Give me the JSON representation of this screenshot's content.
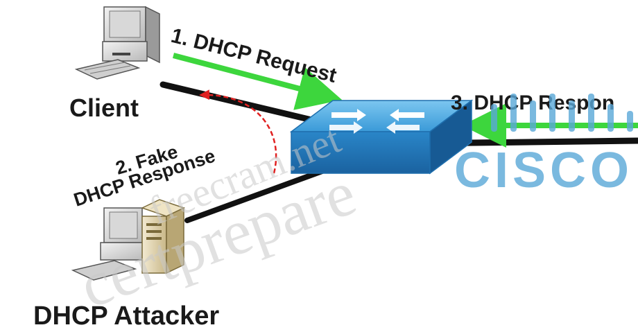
{
  "labels": {
    "client": "Client",
    "attacker": "DHCP Attacker",
    "step1": "1. DHCP Request",
    "step2_line1": "2. Fake",
    "step2_line2": "DHCP Response",
    "step3": "3. DHCP Respon"
  },
  "watermark": {
    "site": "freecram.net",
    "brand": "certprepare"
  },
  "logo": {
    "name": "CISCO"
  },
  "colors": {
    "request_arrow": "#3dd63d",
    "fake_response_arrow": "#e02020",
    "switch_blue": "#2f8fd0",
    "cable": "#111111"
  },
  "icons": {
    "client": "desktop-computer-icon",
    "attacker": "desktop-with-server-icon",
    "switch": "network-switch-icon"
  }
}
